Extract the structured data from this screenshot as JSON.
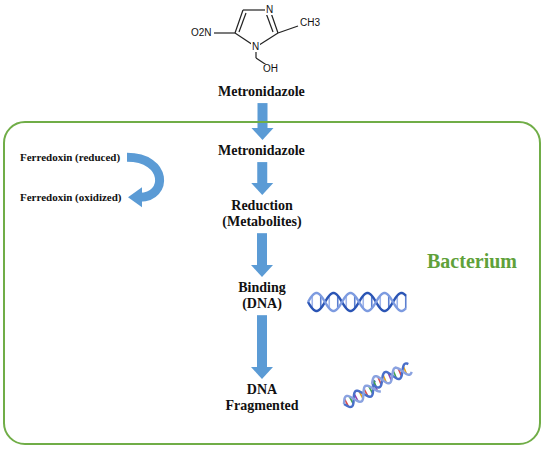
{
  "diagram": {
    "nodes": [
      {
        "text": [
          "Metronidazole"
        ]
      },
      {
        "text": [
          "Bacterium"
        ]
      },
      {
        "text": [
          "Metronidazole"
        ],
        "in": 1
      },
      {
        "text": [
          "Ferredoxin (reduced)"
        ],
        "in": 1
      },
      {
        "text": [
          "Ferredoxin (oxidized)"
        ],
        "in": 1
      },
      {
        "text": [
          "Reduction (Metabolites)"
        ],
        "in": 1
      },
      {
        "text": [
          "Binding (DNA)"
        ],
        "in": 1
      },
      {
        "text": [
          "DNA Fragmented"
        ],
        "in": 1
      }
    ],
    "edges": [
      {
        "from": 0,
        "to": 2,
        "arrow": "to"
      },
      {
        "from": 2,
        "to": 5,
        "arrow": "to"
      },
      {
        "from": 3,
        "to": 4,
        "arrow": "to"
      },
      {
        "from": 5,
        "to": 6,
        "arrow": "to"
      },
      {
        "from": 6,
        "to": 7,
        "arrow": "to"
      }
    ],
    "labels": [
      "O2N",
      "N",
      "N",
      "CH3",
      "OH"
    ]
  }
}
